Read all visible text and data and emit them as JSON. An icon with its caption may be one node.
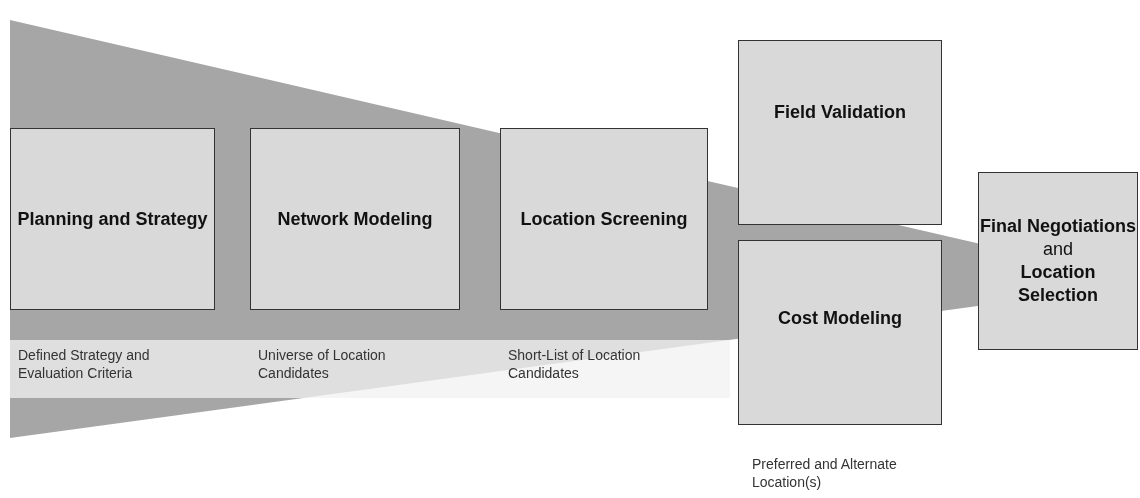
{
  "diagram": {
    "nodes": [
      {
        "text": [
          "Planning and Strategy"
        ],
        "beside": [
          "Defined Strategy and Evaluation Criteria"
        ]
      },
      {
        "text": [
          "Network Modeling"
        ],
        "beside": [
          "Universe of Location Candidates"
        ]
      },
      {
        "text": [
          "Location Screening"
        ],
        "beside": [
          "Short-List of Location Candidates"
        ]
      },
      {
        "text": [
          "Field Validation"
        ]
      },
      {
        "text": [
          "Cost Modeling"
        ],
        "beside": [
          "Preferred and Alternate Location(s)"
        ]
      },
      {
        "text": [
          "**Final Negotiations** and **Location Selection**"
        ]
      }
    ]
  }
}
